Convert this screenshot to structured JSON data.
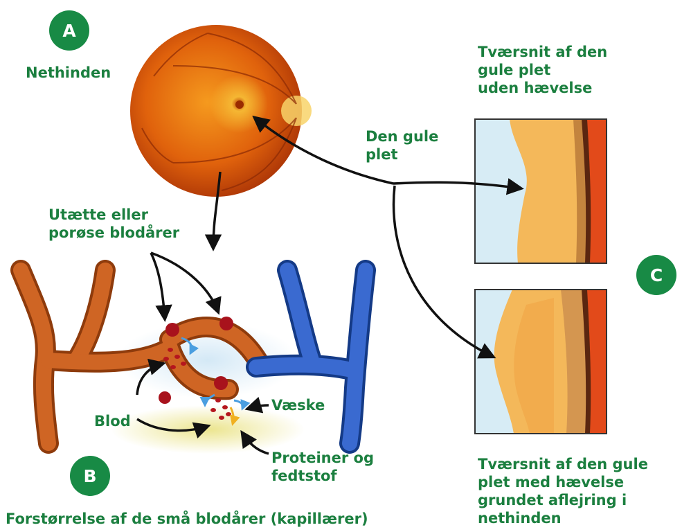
{
  "badges": {
    "a": "A",
    "b": "B",
    "c": "C"
  },
  "labels": {
    "nethinden": "Nethinden",
    "den_gule_plet": [
      "Den gule",
      "plet"
    ],
    "cross_top": [
      "Tværsnit af den",
      "gule plet",
      "uden hævelse"
    ],
    "cross_bottom": [
      "Tværsnit af den gule",
      "plet med hævelse",
      "grundet aflejring i",
      "nethinden"
    ],
    "leaky_vessels": [
      "Utætte eller",
      "porøse blodårer"
    ],
    "blod": "Blod",
    "vaeske": "Væske",
    "proteiner": [
      "Proteiner og",
      "fedtstof"
    ],
    "caption": "Forstørrelse af de små blodårer (kapillærer)"
  },
  "colors": {
    "label_green": "#1b7f3f",
    "badge_green": "#188a45",
    "artery": "#c85a1a",
    "vein": "#1f4fae",
    "retina": "#e86a10"
  }
}
